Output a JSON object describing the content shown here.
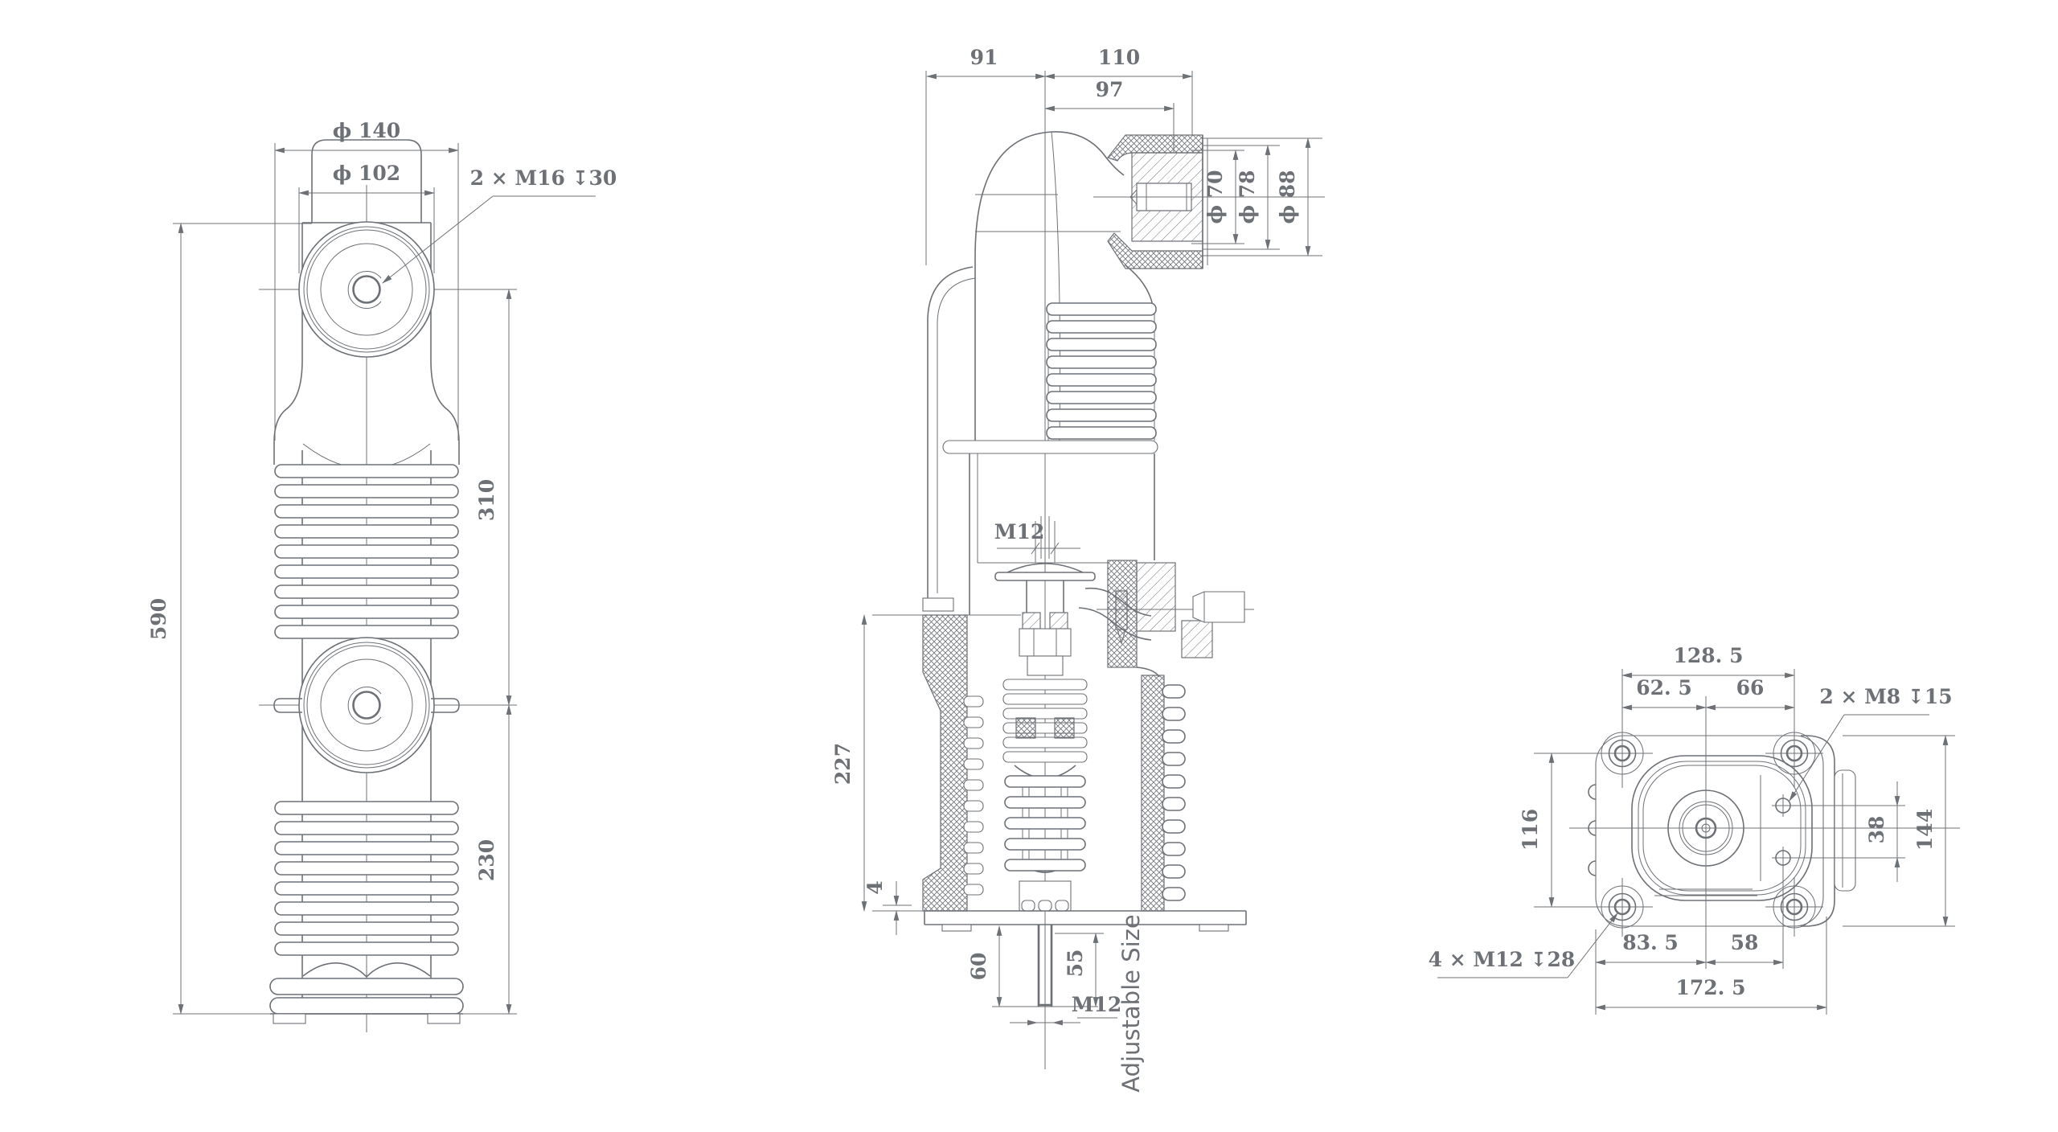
{
  "meta": {
    "line_color": "#6d7176",
    "background_color": "#ffffff"
  },
  "front_view": {
    "dia_140": "ϕ 140",
    "dia_102": "ϕ 102",
    "tapped_note": "2 × M16 ↧30",
    "height_overall": "590",
    "height_upper": "310",
    "height_lower": "230"
  },
  "section_view": {
    "width_left": "91",
    "width_right": "110",
    "width_terminal": "97",
    "dia_70": "ϕ 70",
    "dia_78": "ϕ 78",
    "dia_88": "ϕ 88",
    "thread_mid": "M12",
    "height_insulator": "227",
    "base_gap": "4",
    "rod_len_a": "60",
    "rod_len_b": "55",
    "thread_rod": "M12",
    "note_adjustable": "Adjustable Size"
  },
  "bottom_view": {
    "width_bolt_span": "128. 5",
    "width_left_half": "62. 5",
    "width_right_half": "66",
    "tapped_note_m8": "2 × M8 ↧15",
    "height_bolt_span": "116",
    "pitch_m8": "38",
    "height_flange": "144",
    "tapped_note_m12": "4 × M12 ↧28",
    "width_left_base": "83. 5",
    "width_m8_offset": "58",
    "width_overall": "172. 5"
  }
}
